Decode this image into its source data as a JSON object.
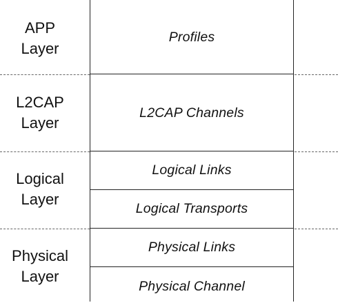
{
  "layers": [
    {
      "name_line1": "APP",
      "name_line2": "Layer"
    },
    {
      "name_line1": "L2CAP",
      "name_line2": "Layer"
    },
    {
      "name_line1": "Logical",
      "name_line2": "Layer"
    },
    {
      "name_line1": "Physical",
      "name_line2": "Layer"
    }
  ],
  "boxes": [
    "Profiles",
    "L2CAP Channels",
    "Logical Links",
    "Logical Transports",
    "Physical Links",
    "Physical Channel"
  ]
}
